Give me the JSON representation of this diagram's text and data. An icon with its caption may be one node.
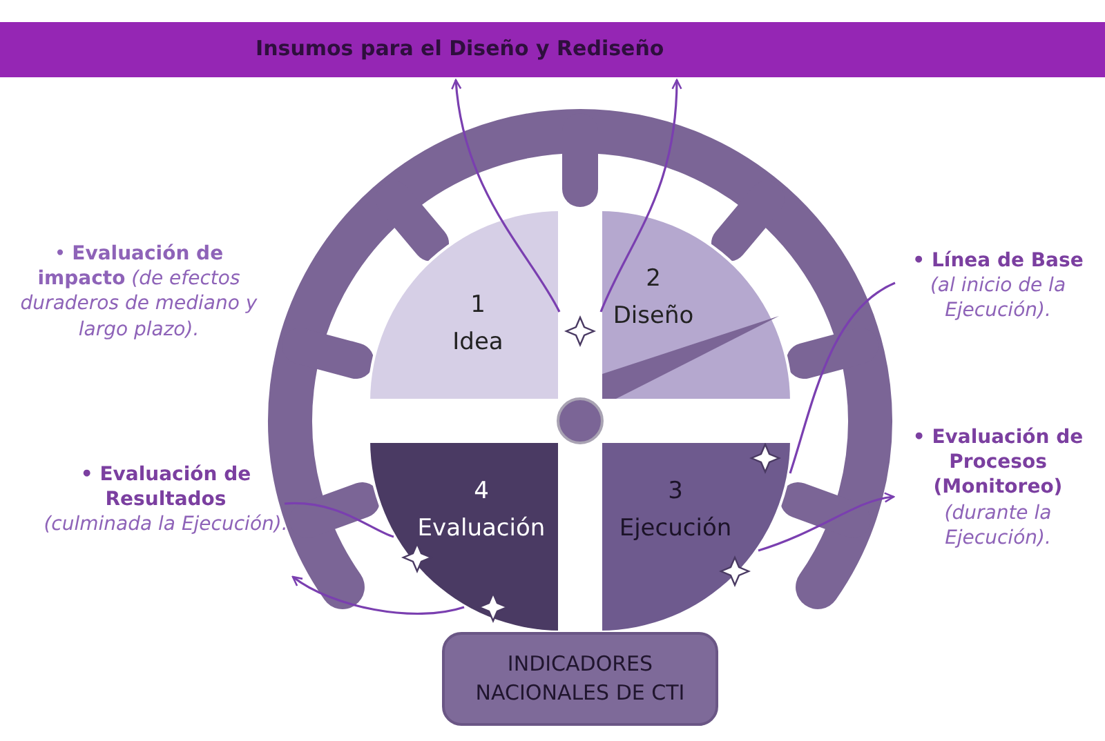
{
  "diagram": {
    "nodes": [
      {
        "text": [
          "Insumos para el Diseño y Rediseño"
        ]
      },
      {
        "text": [
          "1",
          "Idea"
        ]
      },
      {
        "text": [
          "2",
          "Diseño"
        ]
      },
      {
        "text": [
          "3",
          "Ejecución"
        ]
      },
      {
        "text": [
          "4",
          "Evaluación"
        ]
      },
      {
        "text": [
          "INDICADORES NACIONALES DE CTI"
        ]
      },
      {
        "text": [
          "• **Evaluación de impacto** *(de efectos duraderos de mediano y largo plazo).*"
        ]
      },
      {
        "text": [
          "• Línea de Base",
          "(al inicio de la Ejecución)."
        ]
      },
      {
        "text": [
          "• Evaluación de Procesos (Monitoreo)",
          "(durante la Ejecución)."
        ]
      },
      {
        "text": [
          "• Evaluación de Resultados",
          "(culminada la Ejecución)."
        ]
      }
    ],
    "edges": [
      {
        "from": 1,
        "to": 0,
        "arrow": "to"
      },
      {
        "from": 2,
        "to": 0,
        "arrow": "to"
      },
      {
        "from": 7,
        "to": 3,
        "arrow": "none"
      },
      {
        "from": 3,
        "to": 8,
        "arrow": "to"
      },
      {
        "from": 9,
        "to": 4,
        "arrow": "none"
      },
      {
        "from": 4,
        "to": 9,
        "arrow": "to"
      }
    ]
  }
}
